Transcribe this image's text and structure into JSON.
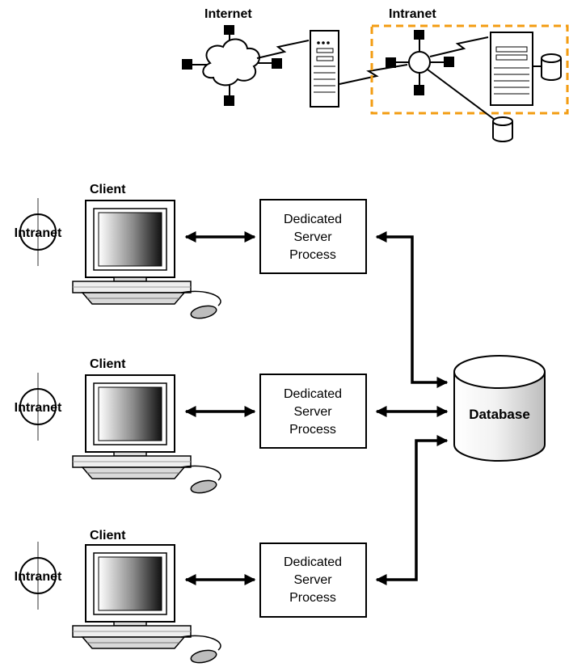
{
  "top": {
    "internet_label": "Internet",
    "intranet_label": "Intranet"
  },
  "clients": [
    {
      "client_label": "Client",
      "intranet_label": "Intranet",
      "process_lines": [
        "Dedicated",
        "Server",
        "Process"
      ]
    },
    {
      "client_label": "Client",
      "intranet_label": "Intranet",
      "process_lines": [
        "Dedicated",
        "Server",
        "Process"
      ]
    },
    {
      "client_label": "Client",
      "intranet_label": "Intranet",
      "process_lines": [
        "Dedicated",
        "Server",
        "Process"
      ]
    }
  ],
  "database": {
    "label": "Database"
  },
  "colors": {
    "intranet_border": "#f39c12",
    "line": "#000000",
    "box_fill": "#ffffff"
  }
}
